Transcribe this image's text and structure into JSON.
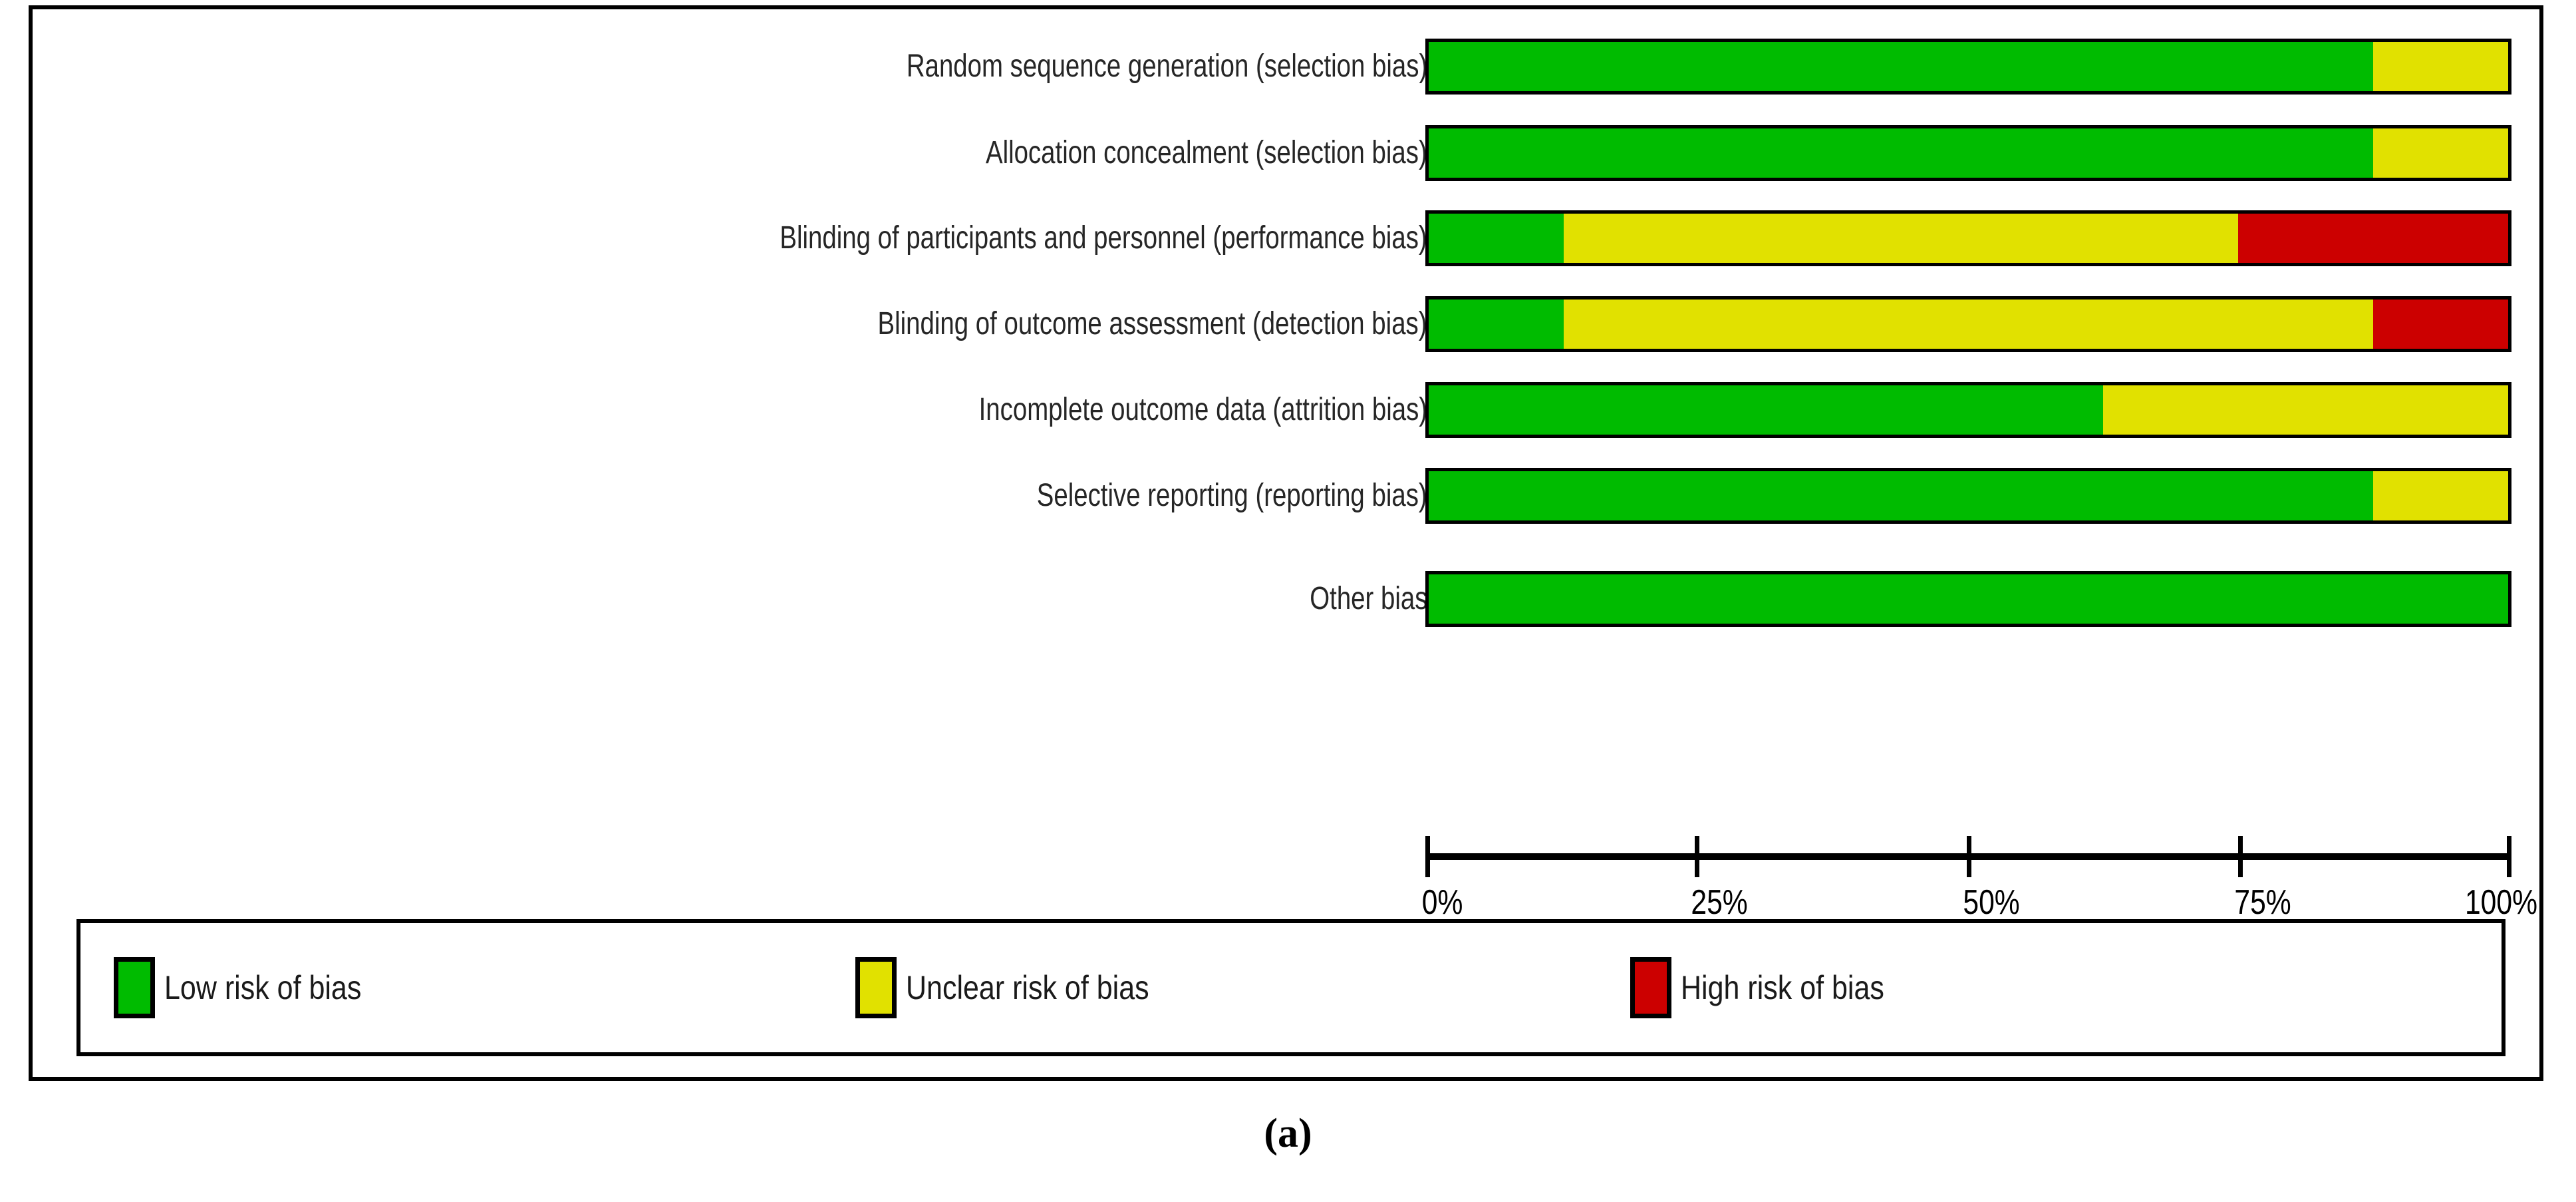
{
  "caption": "(a)",
  "colors": {
    "low": "#00bb00",
    "unclear": "#e1e100",
    "high": "#cc0000",
    "border": "#000000",
    "label_text": "#262626",
    "background": "#ffffff"
  },
  "axis": {
    "tick_labels": [
      "0%",
      "25%",
      "50%",
      "75%",
      "100%"
    ],
    "tick_values": [
      0,
      25,
      50,
      75,
      100
    ]
  },
  "legend": {
    "items": [
      {
        "label": "Low risk of bias",
        "swatch": "low",
        "color": "#00bb00"
      },
      {
        "label": "Unclear risk of bias",
        "swatch": "unclear",
        "color": "#e1e100"
      },
      {
        "label": "High risk of bias",
        "swatch": "high",
        "color": "#cc0000"
      }
    ]
  },
  "chart_data": {
    "type": "bar",
    "title": "",
    "subtitle": "",
    "xlabel": "",
    "ylabel": "",
    "xlim": [
      0,
      100
    ],
    "grid": false,
    "orientation": "horizontal",
    "stacked": true,
    "stacked_percent": true,
    "legend_position": "bottom",
    "categories": [
      "Random sequence generation (selection bias)",
      "Allocation concealment (selection bias)",
      "Blinding of participants and personnel (performance bias)",
      "Blinding of outcome assessment (detection bias)",
      "Incomplete outcome data (attrition bias)",
      "Selective reporting (reporting bias)",
      "Other bias"
    ],
    "series": [
      {
        "name": "Low risk of bias",
        "color": "#00bb00",
        "values": [
          87.5,
          87.5,
          12.5,
          12.5,
          62.5,
          87.5,
          100
        ]
      },
      {
        "name": "Unclear risk of bias",
        "color": "#e1e100",
        "values": [
          12.5,
          12.5,
          62.5,
          75.0,
          37.5,
          12.5,
          0
        ]
      },
      {
        "name": "High risk of bias",
        "color": "#cc0000",
        "values": [
          0,
          0,
          25.0,
          12.5,
          0,
          0,
          0
        ]
      }
    ],
    "tick_labels": [
      "0%",
      "25%",
      "50%",
      "75%",
      "100%"
    ]
  },
  "rows": [
    {
      "label": "Random sequence generation (selection bias)",
      "low": 87.5,
      "unclear": 12.5,
      "high": 0
    },
    {
      "label": "Allocation concealment (selection bias)",
      "low": 87.5,
      "unclear": 12.5,
      "high": 0
    },
    {
      "label": "Blinding of participants and personnel (performance bias)",
      "low": 12.5,
      "unclear": 62.5,
      "high": 25
    },
    {
      "label": "Blinding of outcome assessment (detection bias)",
      "low": 12.5,
      "unclear": 75,
      "high": 12.5
    },
    {
      "label": "Incomplete outcome data (attrition bias)",
      "low": 62.5,
      "unclear": 37.5,
      "high": 0
    },
    {
      "label": "Selective reporting (reporting bias)",
      "low": 87.5,
      "unclear": 12.5,
      "high": 0
    },
    {
      "label": "Other bias",
      "low": 100,
      "unclear": 0,
      "high": 0
    }
  ]
}
